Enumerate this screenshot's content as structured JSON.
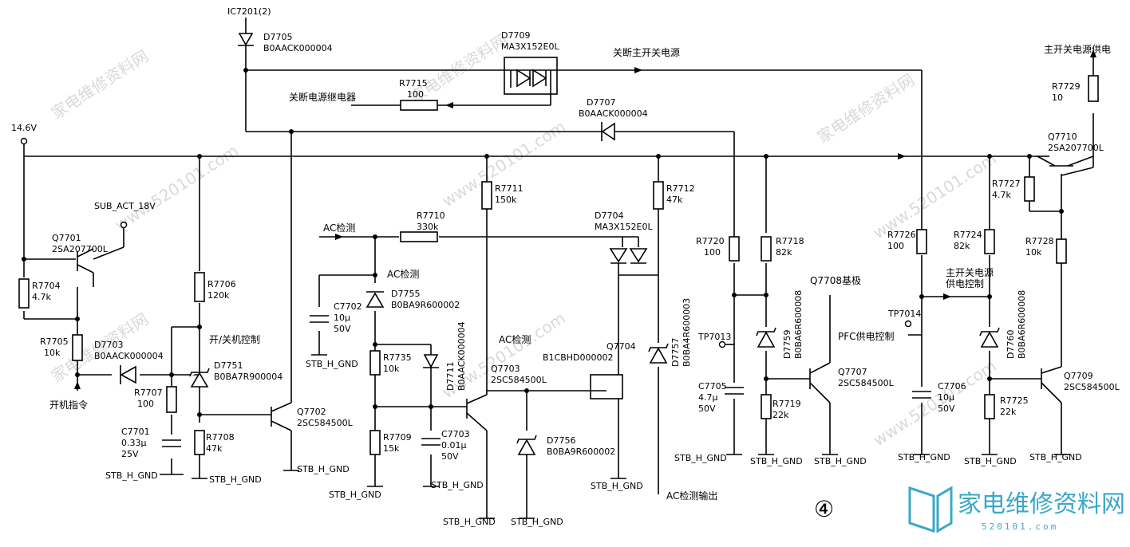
{
  "labels": {
    "ic7201": "IC7201(2)",
    "d7705": "D7705",
    "d7705_pn": "B0AACK000004",
    "d7709": "D7709",
    "d7709_pn": "MA3X152E0L",
    "off_main": "关断主开关电源",
    "main_supply": "主开关电源供电",
    "off_relay": "关断电源继电器",
    "r7715": "R7715",
    "r7715_v": "100",
    "d7707": "D7707",
    "d7707_pn": "B0AACK000004",
    "r7729": "R7729",
    "r7729_v": "10",
    "v146": "14.6V",
    "q7710": "Q7710",
    "q7710_pn": "2SA207700L",
    "sub_act": "SUB_ACT_18V",
    "r7711": "R7711",
    "r7711_v": "150k",
    "r7712": "R7712",
    "r7712_v": "47k",
    "r7727": "R7727",
    "r7727_v": "4.7k",
    "ac_detect_in": "AC检测",
    "r7710": "R7710",
    "r7710_v": "330k",
    "d7704": "D7704",
    "d7704_pn": "MA3X152E0L",
    "q7701": "Q7701",
    "q7701_pn": "2SA207700L",
    "r7720": "R7720",
    "r7720_v": "100",
    "r7718": "R7718",
    "r7718_v": "82k",
    "r7726": "R7726",
    "r7726_v": "100",
    "r7724": "R7724",
    "r7724_v": "82k",
    "r7728": "R7728",
    "r7728_v": "10k",
    "ac_detect_mid": "AC检测",
    "r7704": "R7704",
    "r7704_v": "4.7k",
    "r7706": "R7706",
    "r7706_v": "120k",
    "c7702": "C7702",
    "c7702_v1": "10μ",
    "c7702_v2": "50V",
    "d7755": "D7755",
    "d7755_pn": "B0BA9R600002",
    "q7708_base": "Q7708基极",
    "main_ctrl1": "主开关电源",
    "main_ctrl2": "供电控制",
    "tp7014": "TP7014",
    "d7759": "D7759",
    "d7759_pn": "B0BA6R600008",
    "d7760": "D7760",
    "d7760_pn": "B0BA6R600008",
    "d7757": "D7757",
    "d7757_pn": "B0BA4R600003",
    "onoff_ctrl": "开/关机控制",
    "r7705": "R7705",
    "r7705_v": "10k",
    "d7703": "D7703",
    "d7703_pn": "B0AACK000004",
    "d7751": "D7751",
    "d7751_pn": "B0BA7R900004",
    "r7735": "R7735",
    "r7735_v": "10k",
    "d7711": "D7711",
    "d7711_pn": "B0AACK000004",
    "ac_detect_q": "AC检测",
    "q7704": "Q7704",
    "q7704_pn": "B1CBHD000002",
    "tp7013": "TP7013",
    "pfc_ctrl": "PFC供电控制",
    "q7707": "Q7707",
    "q7707_pn": "2SC584500L",
    "q7709": "Q7709",
    "q7709_pn": "2SC584500L",
    "q7703": "Q7703",
    "q7703_pn": "2SC584500L",
    "c7705": "C7705",
    "c7705_v1": "4.7μ",
    "c7705_v2": "50V",
    "c7706": "C7706",
    "c7706_v1": "10μ",
    "c7706_v2": "50V",
    "r7719": "R7719",
    "r7719_v": "22k",
    "r7725": "R7725",
    "r7725_v": "22k",
    "power_cmd": "开机指令",
    "r7707": "R7707",
    "r7707_v": "100",
    "c7701": "C7701",
    "c7701_v1": "0.33μ",
    "c7701_v2": "25V",
    "q7702": "Q7702",
    "q7702_pn": "2SC584500L",
    "r7708": "R7708",
    "r7708_v": "47k",
    "r7709": "R7709",
    "r7709_v": "15k",
    "c7703": "C7703",
    "c7703_v1": "0.01μ",
    "c7703_v2": "50V",
    "d7756": "D7756",
    "d7756_pn": "B0BA9R600002",
    "gnd": "STB_H_GND",
    "ac_out": "AC检测输出",
    "page_no": "④",
    "logo_cn": "家电维修资料网",
    "logo_url": "520101.com",
    "wm1": "家电维修资料网",
    "wm2": "www.520101.com"
  },
  "colors": {
    "line": "#000000",
    "logo": "#3aa8c8",
    "watermark": "#d9d9d9"
  }
}
